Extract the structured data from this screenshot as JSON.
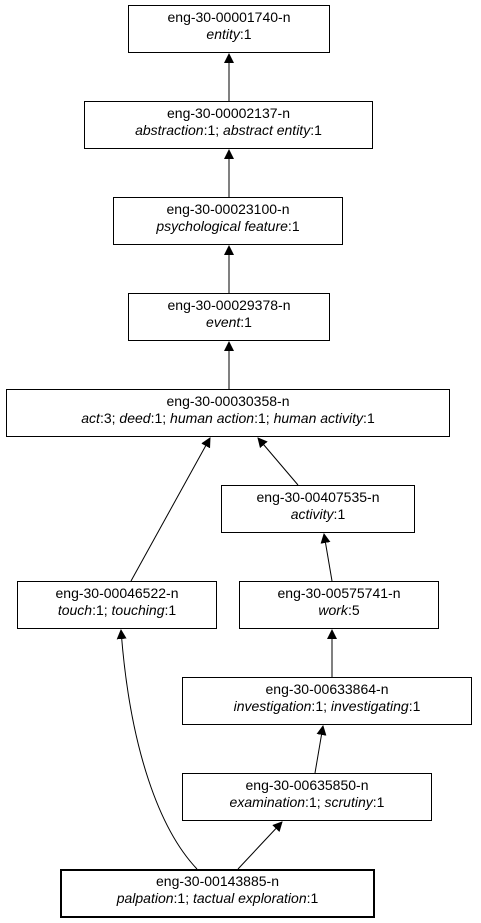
{
  "diagram": {
    "nodes": [
      {
        "key": "n1",
        "id": "eng-30-00001740-n",
        "lemmas": [
          {
            "word": "entity",
            "sense": "1"
          }
        ]
      },
      {
        "key": "n2",
        "id": "eng-30-00002137-n",
        "lemmas": [
          {
            "word": "abstraction",
            "sense": "1"
          },
          {
            "word": "abstract entity",
            "sense": "1"
          }
        ]
      },
      {
        "key": "n3",
        "id": "eng-30-00023100-n",
        "lemmas": [
          {
            "word": "psychological feature",
            "sense": "1"
          }
        ]
      },
      {
        "key": "n4",
        "id": "eng-30-00029378-n",
        "lemmas": [
          {
            "word": "event",
            "sense": "1"
          }
        ]
      },
      {
        "key": "n5",
        "id": "eng-30-00030358-n",
        "lemmas": [
          {
            "word": "act",
            "sense": "3"
          },
          {
            "word": "deed",
            "sense": "1"
          },
          {
            "word": "human action",
            "sense": "1"
          },
          {
            "word": "human activity",
            "sense": "1"
          }
        ]
      },
      {
        "key": "n6",
        "id": "eng-30-00407535-n",
        "lemmas": [
          {
            "word": "activity",
            "sense": "1"
          }
        ]
      },
      {
        "key": "n7",
        "id": "eng-30-00046522-n",
        "lemmas": [
          {
            "word": "touch",
            "sense": "1"
          },
          {
            "word": "touching",
            "sense": "1"
          }
        ]
      },
      {
        "key": "n8",
        "id": "eng-30-00575741-n",
        "lemmas": [
          {
            "word": "work",
            "sense": "5"
          }
        ]
      },
      {
        "key": "n9",
        "id": "eng-30-00633864-n",
        "lemmas": [
          {
            "word": "investigation",
            "sense": "1"
          },
          {
            "word": "investigating",
            "sense": "1"
          }
        ]
      },
      {
        "key": "n10",
        "id": "eng-30-00635850-n",
        "lemmas": [
          {
            "word": "examination",
            "sense": "1"
          },
          {
            "word": "scrutiny",
            "sense": "1"
          }
        ]
      },
      {
        "key": "n11",
        "id": "eng-30-00143885-n",
        "lemmas": [
          {
            "word": "palpation",
            "sense": "1"
          },
          {
            "word": "tactual exploration",
            "sense": "1"
          }
        ]
      }
    ],
    "edges": [
      {
        "from": "n2",
        "to": "n1"
      },
      {
        "from": "n3",
        "to": "n2"
      },
      {
        "from": "n4",
        "to": "n3"
      },
      {
        "from": "n5",
        "to": "n4"
      },
      {
        "from": "n7",
        "to": "n5"
      },
      {
        "from": "n6",
        "to": "n5"
      },
      {
        "from": "n8",
        "to": "n6"
      },
      {
        "from": "n9",
        "to": "n8"
      },
      {
        "from": "n10",
        "to": "n9"
      },
      {
        "from": "n11",
        "to": "n7"
      },
      {
        "from": "n11",
        "to": "n10"
      }
    ]
  }
}
